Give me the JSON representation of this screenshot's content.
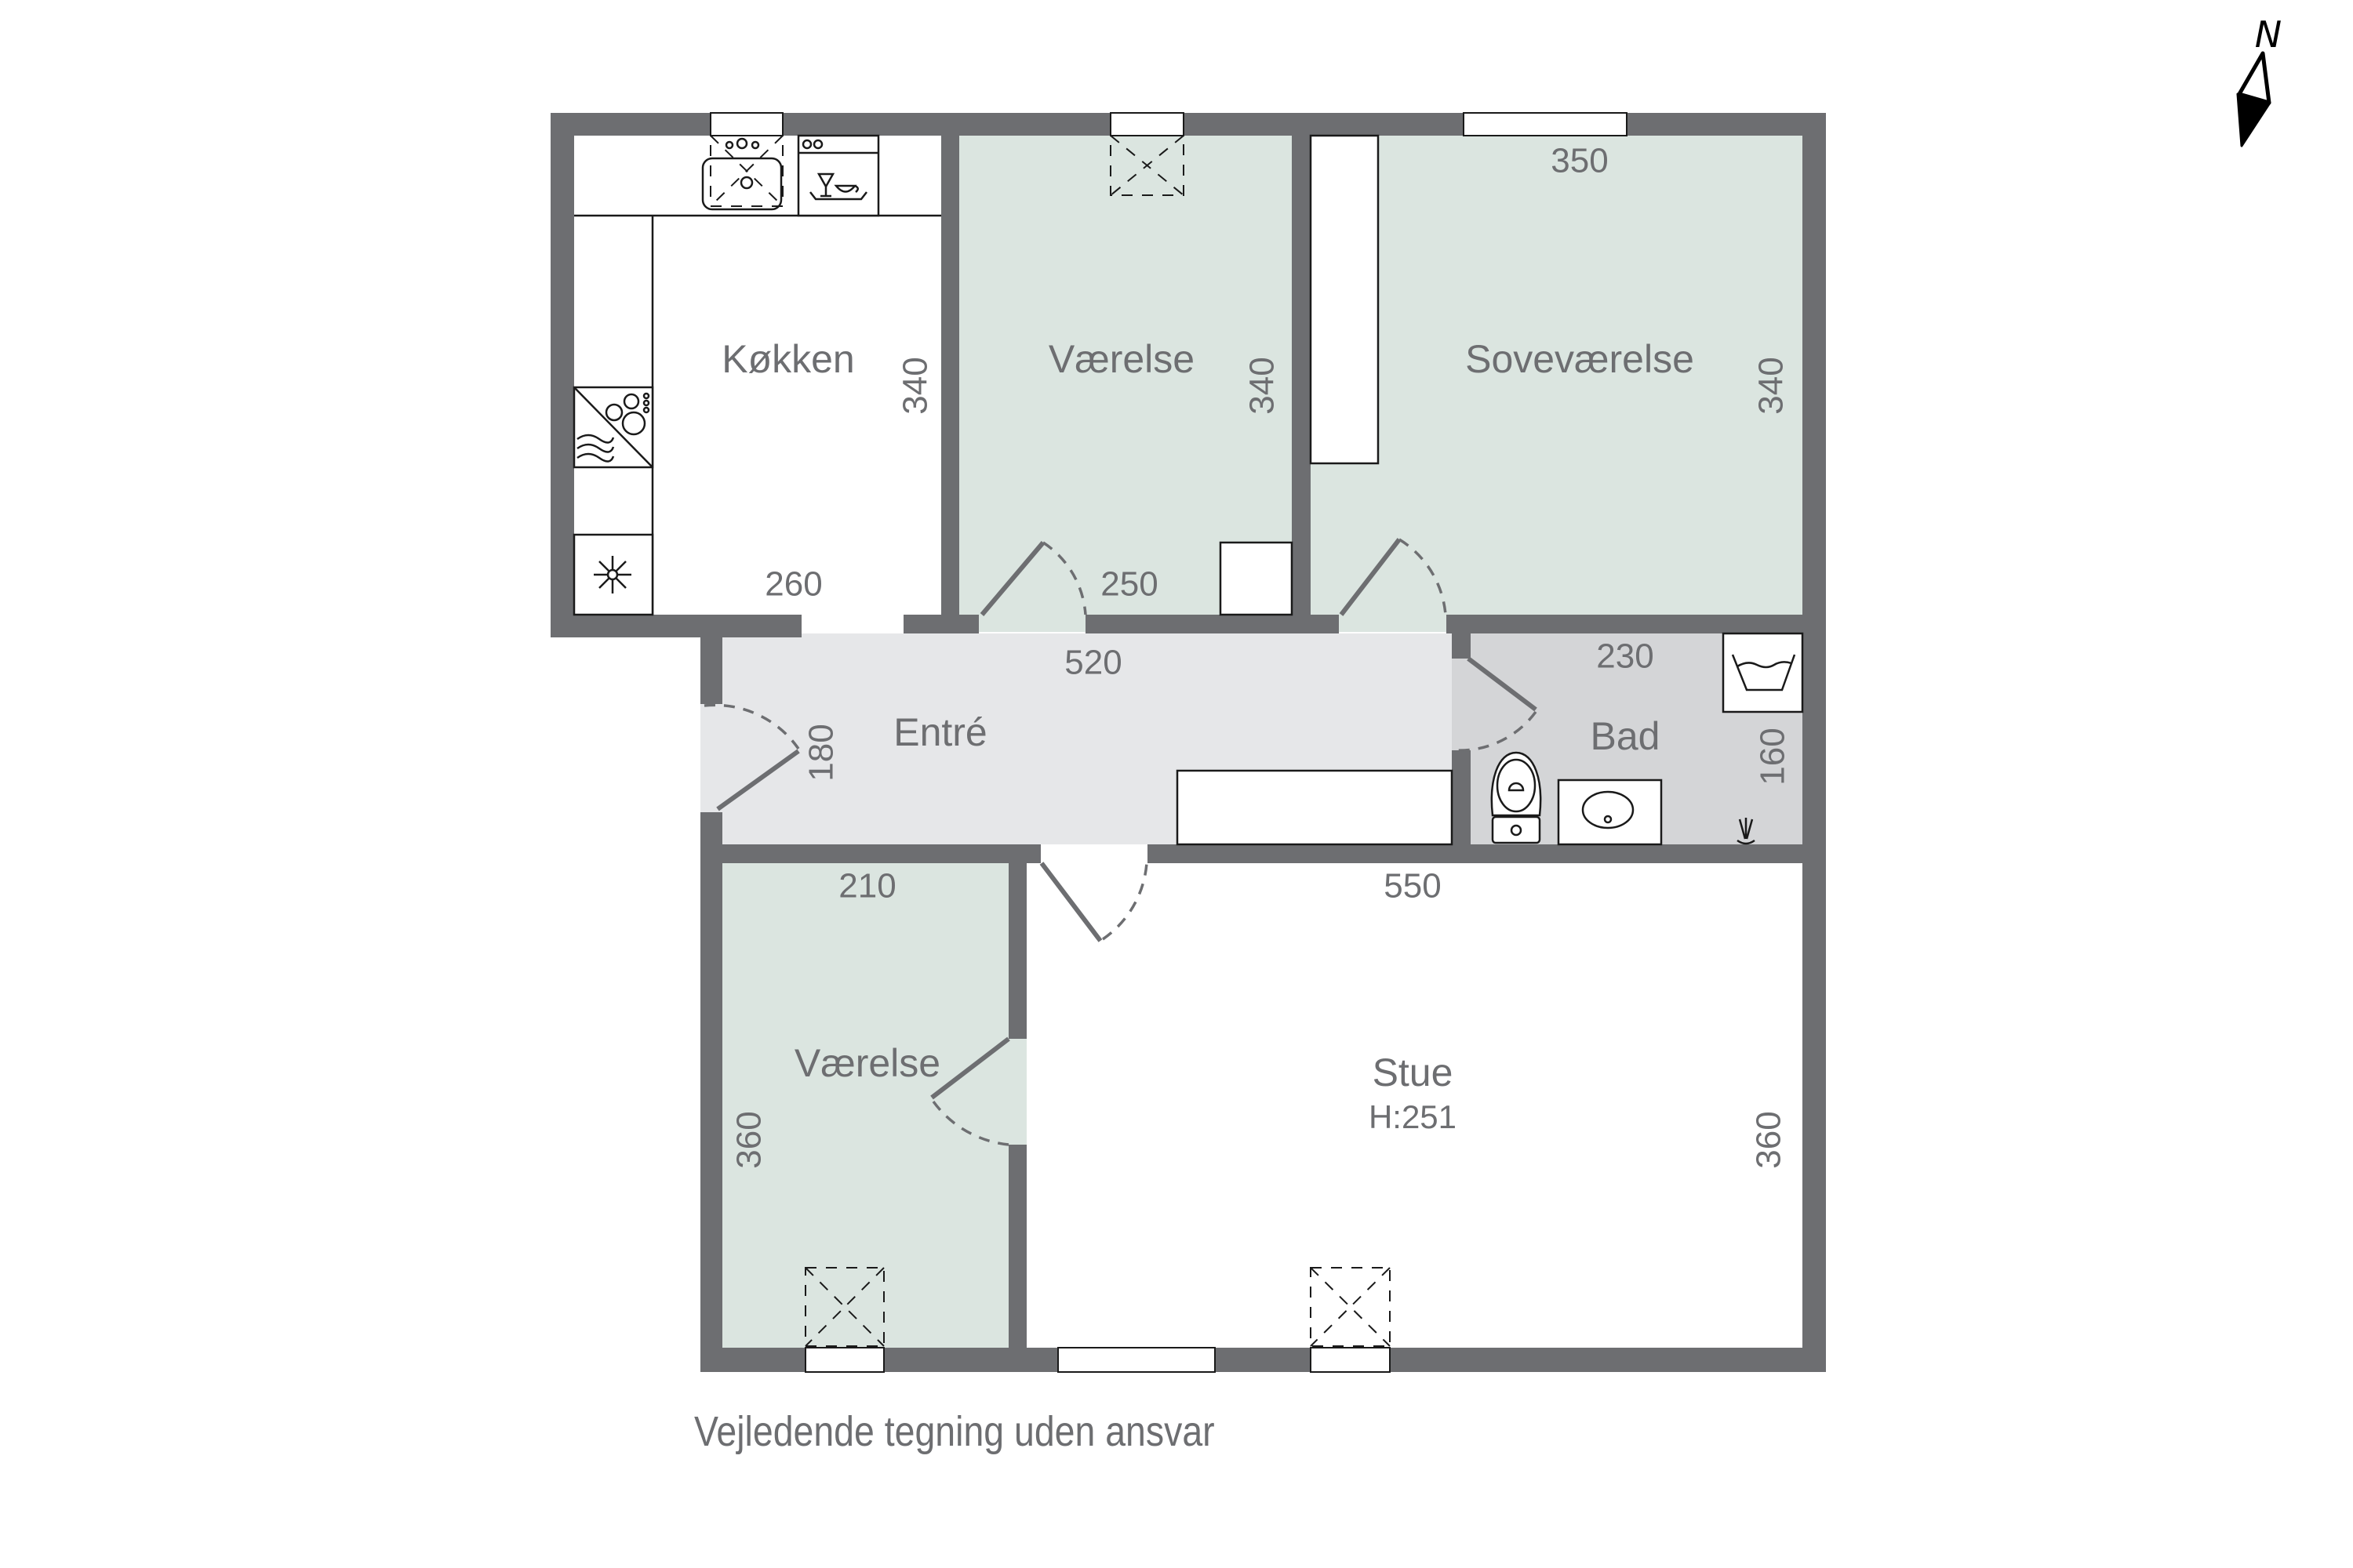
{
  "plan": {
    "colors": {
      "wall": "#6d6e71",
      "bedroom_fill": "#dbe5e0",
      "entry_fill": "#e6e7e9",
      "bath_fill": "#d4d5d7",
      "text": "#6d6e71"
    },
    "rooms": [
      {
        "name": "Køkken",
        "width_label": "260",
        "length_label": "340"
      },
      {
        "name": "Værelse",
        "width_label": "250",
        "length_label": "340"
      },
      {
        "name": "Soveværelse",
        "width_label": "350",
        "length_label": "340"
      },
      {
        "name": "Entré",
        "width_label": "520",
        "length_label": "180"
      },
      {
        "name": "Bad",
        "width_label": "230",
        "length_label": "160"
      },
      {
        "name": "Værelse",
        "width_label": "210",
        "length_label": "360"
      },
      {
        "name": "Stue",
        "width_label": "550",
        "length_label": "360",
        "height_label": "H:251"
      }
    ],
    "compass": {
      "label": "N"
    },
    "fixtures": [
      "sink-icon",
      "dishwasher-icon",
      "stove-icon",
      "fridge-icon",
      "toilet-icon",
      "washbasin-icon",
      "washing-machine-icon",
      "shower-icon",
      "skylight-icon"
    ]
  },
  "footer": {
    "disclaimer": "Vejledende tegning uden ansvar"
  }
}
